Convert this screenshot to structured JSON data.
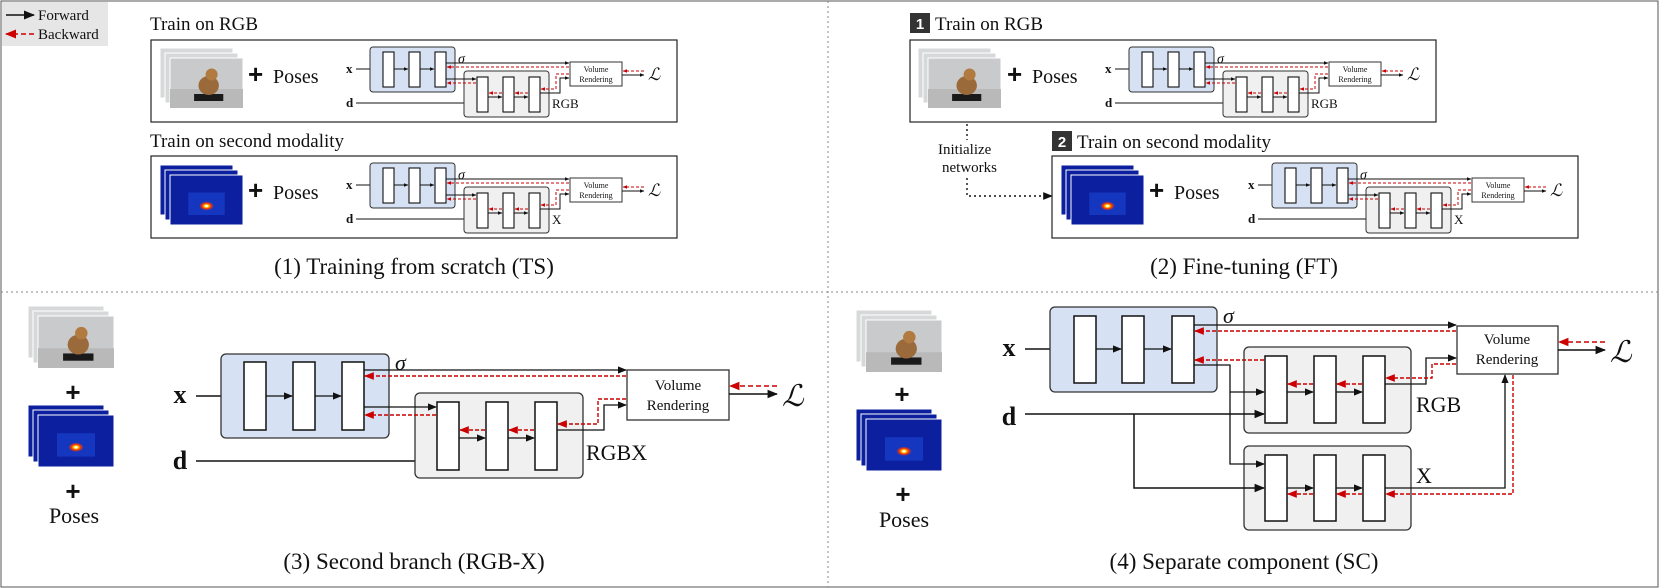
{
  "legend": {
    "forward_label": "Forward",
    "backward_label": "Backward"
  },
  "colors": {
    "mlp_fill": "#d6e2f3",
    "branch_fill": "#f0f0f0",
    "backward_arrow": "#cc0000",
    "heatmap_bg": "#0c1f9e",
    "step_badge": "#333333"
  },
  "symbols": {
    "x": "x",
    "d": "d",
    "sigma": "σ",
    "loss": "ℒ",
    "plus": "+",
    "poses": "Poses"
  },
  "common": {
    "volume_line1": "Volume",
    "volume_line2": "Rendering",
    "rgb": "RGB",
    "x_out": "X",
    "rgbx": "RGBX"
  },
  "panels": {
    "ts": {
      "caption": "(1) Training from scratch (TS)",
      "rgb_title": "Train on RGB",
      "second_title": "Train on second modality"
    },
    "ft": {
      "caption": "(2) Fine-tuning (FT)",
      "step1": "1",
      "step2": "2",
      "rgb_title": "Train on RGB",
      "second_title": "Train on second modality",
      "init_line1": "Initialize",
      "init_line2": "networks"
    },
    "rgbx": {
      "caption": "(3) Second branch (RGB-X)"
    },
    "sc": {
      "caption": "(4) Separate component (SC)"
    }
  }
}
